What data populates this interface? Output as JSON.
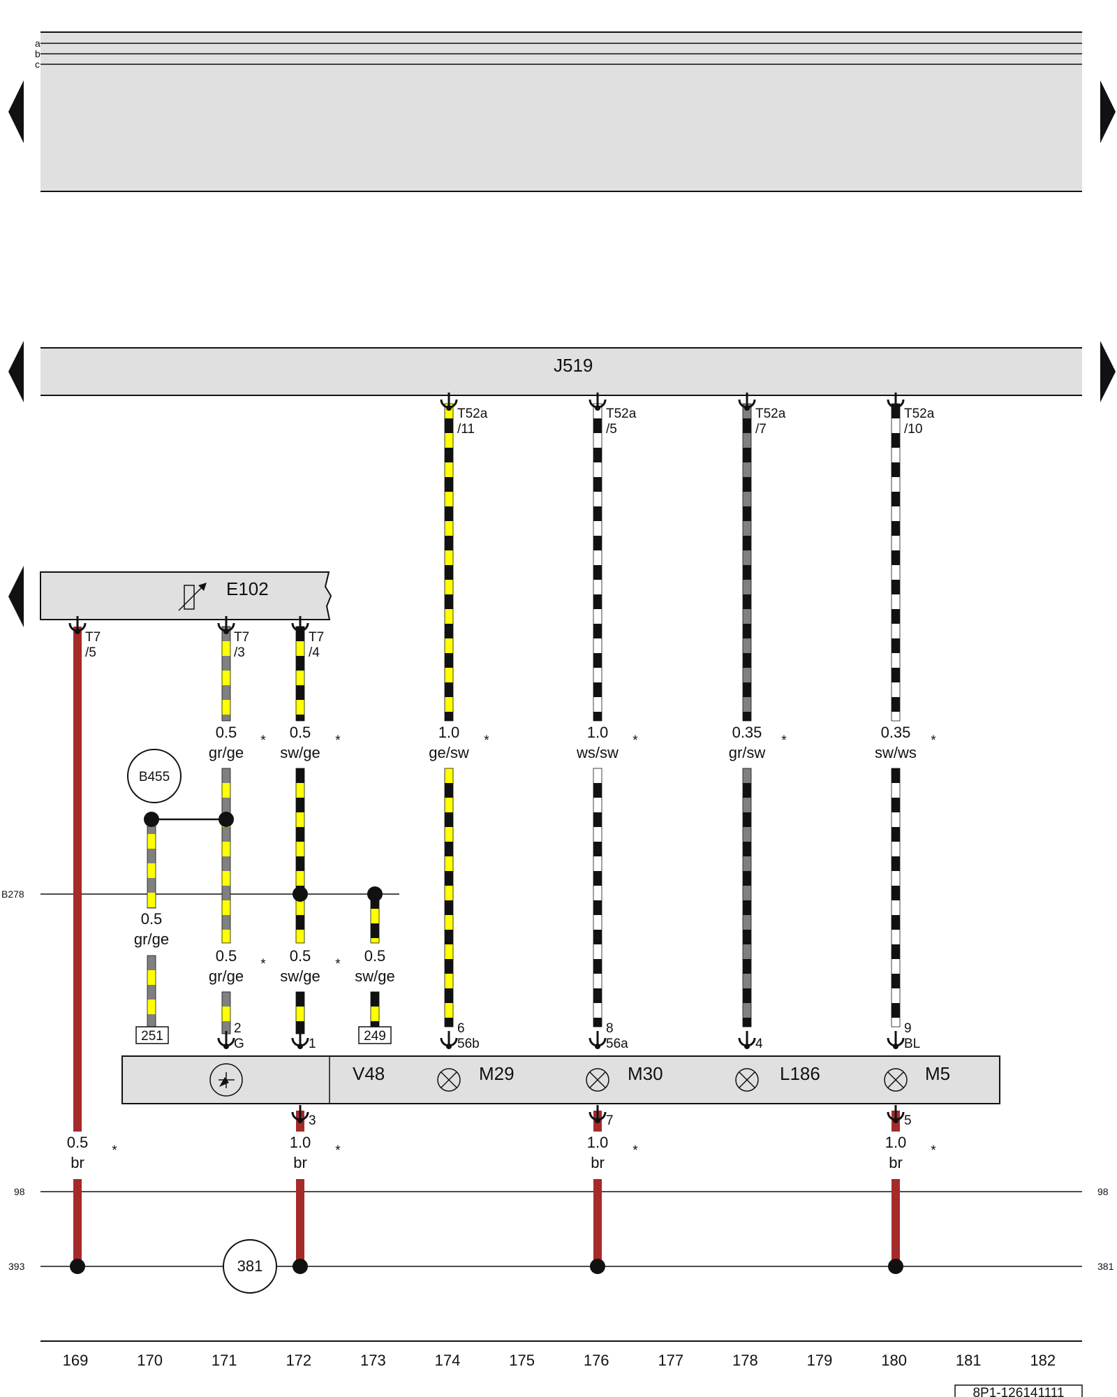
{
  "top_bus_labels": [
    "a",
    "b",
    "c"
  ],
  "components": {
    "J519": "J519",
    "E102": "E102",
    "V48": "V48",
    "M29": "M29",
    "M30": "M30",
    "L186": "L186",
    "M5": "M5",
    "B455": "B455",
    "ref_381": "381"
  },
  "terminals": {
    "j519_1": [
      "T52a",
      "/11"
    ],
    "j519_2": [
      "T52a",
      "/5"
    ],
    "j519_3": [
      "T52a",
      "/7"
    ],
    "j519_4": [
      "T52a",
      "/10"
    ],
    "e102_1": [
      "T7",
      "/5"
    ],
    "e102_2": [
      "T7",
      "/3"
    ],
    "e102_3": [
      "T7",
      "/4"
    ]
  },
  "pins_top": {
    "p171": [
      "2",
      "G"
    ],
    "p172": [
      "",
      "1"
    ],
    "p174": [
      "6",
      "56b"
    ],
    "p176": [
      "8",
      "56a"
    ],
    "p178": [
      "",
      "4"
    ],
    "p180": [
      "9",
      "BL"
    ]
  },
  "pins_bottom": {
    "p172": "3",
    "p176": "7",
    "p180": "5"
  },
  "wires_upper": [
    {
      "size": "0.5",
      "color": "gr/ge"
    },
    {
      "size": "0.5",
      "color": "sw/ge"
    },
    {
      "size": "1.0",
      "color": "ge/sw"
    },
    {
      "size": "1.0",
      "color": "ws/sw"
    },
    {
      "size": "0.35",
      "color": "gr/sw"
    },
    {
      "size": "0.35",
      "color": "sw/ws"
    }
  ],
  "wires_lower": [
    {
      "size": "0.5",
      "color": "gr/ge"
    },
    {
      "size": "0.5",
      "color": "gr/ge"
    },
    {
      "size": "0.5",
      "color": "sw/ge"
    },
    {
      "size": "0.5",
      "color": "sw/ge"
    }
  ],
  "wires_ground": [
    {
      "size": "0.5",
      "color": "br"
    },
    {
      "size": "1.0",
      "color": "br"
    },
    {
      "size": "1.0",
      "color": "br"
    },
    {
      "size": "1.0",
      "color": "br"
    }
  ],
  "asterisk": "*",
  "refs": {
    "ref_251": "251",
    "ref_249": "249"
  },
  "bus_refs": {
    "b278_left": "B278",
    "b98_left": "98",
    "b98_right": "98",
    "b393_left": "393",
    "b381_right": "381"
  },
  "columns": [
    "169",
    "170",
    "171",
    "172",
    "173",
    "174",
    "175",
    "176",
    "177",
    "178",
    "179",
    "180",
    "181",
    "182"
  ],
  "doc_code": "8P1-126141111",
  "colors": {
    "panel": "#e0e0e0",
    "yellow": "#ffff00",
    "black": "#111111",
    "grey": "#808080",
    "white": "#ffffff",
    "brown": "#a52a2a"
  }
}
